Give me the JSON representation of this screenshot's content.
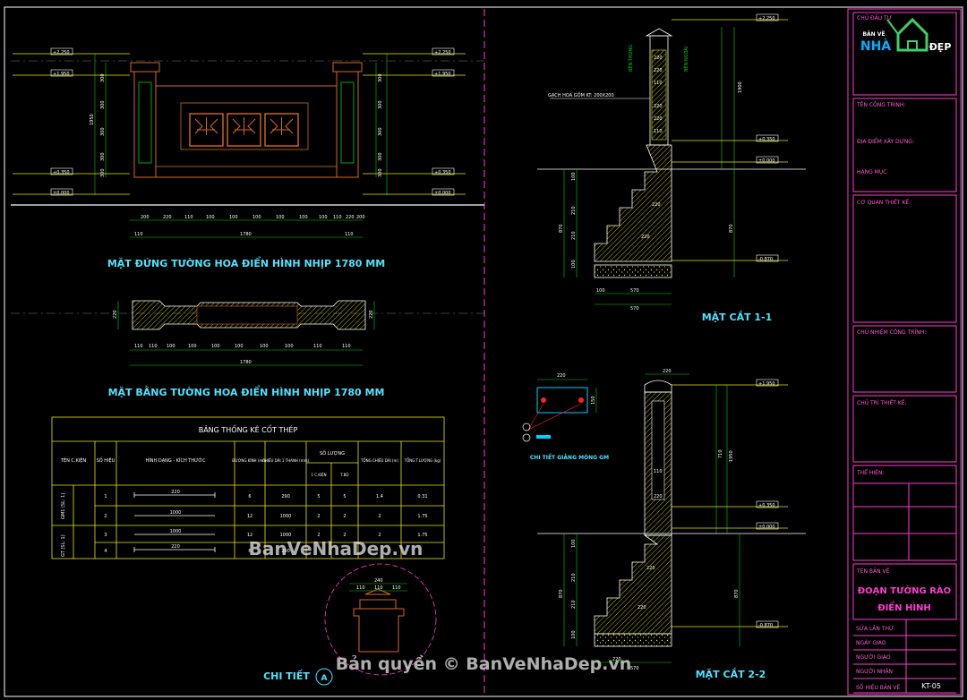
{
  "colors": {
    "background": "#000000",
    "frame": "#ffffff",
    "title_block": "#ff3bd1",
    "title_text": "#4de3ff",
    "table_border": "#e8e800",
    "hatch": "#e8e800",
    "pattern_orange": "#d2691e",
    "dim_green": "#00d000",
    "level_yellow": "#e8e800"
  },
  "titles": {
    "elevation": "MẶT ĐỨNG TƯỜNG HOA ĐIỂN HÌNH NHỊP 1780 MM",
    "plan": "MẶT BẰNG TƯỜNG HOA ĐIỂN HÌNH NHỊP 1780 MM",
    "section_1": "MẶT CẮT 1-1",
    "section_2": "MẶT CẮT 2-2",
    "beam_detail": "CHI TIẾT GIẰNG MÓNG GM",
    "detail_a": "CHI TIẾT"
  },
  "annotations": {
    "tile_note": "GẠCH HOA GỐM KT: 200X200",
    "inner_side": "BÊN TRONG",
    "outer_side": "BÊN NGOÀI",
    "detail_marker": "A"
  },
  "levels": {
    "elevation": [
      "+2.250",
      "+1.950",
      "+0.350",
      "±0.000"
    ],
    "elevation_right": [
      "+2.250",
      "+1.950",
      "+0.350",
      "±0.000"
    ],
    "section1": [
      "+2.250",
      "+0.350",
      "±0.000",
      "-0.870"
    ],
    "section2": [
      "+1.950",
      "+0.350",
      "±0.000",
      "-0.870"
    ]
  },
  "dims": {
    "elev_top": [
      "200",
      "220",
      "110",
      "100",
      "100",
      "100",
      "100",
      "100",
      "100",
      "110",
      "220",
      "200"
    ],
    "elev_bottom": [
      "110",
      "1780",
      "110"
    ],
    "elev_left": [
      "300",
      "300",
      "300",
      "300",
      "300",
      "1950"
    ],
    "elev_right": [
      "300",
      "300",
      "300",
      "300",
      "300"
    ],
    "plan_bottom": [
      "110",
      "110",
      "100",
      "100",
      "100",
      "100",
      "100",
      "100",
      "110",
      "110"
    ],
    "plan_total": "1780",
    "plan_side": "220",
    "s1_left": [
      "100",
      "210",
      "210",
      "100",
      "870"
    ],
    "s1_right": [
      "1900",
      "870"
    ],
    "s1_bottom": [
      "100",
      "570",
      "570"
    ],
    "s1_parts": [
      "220",
      "220",
      "110",
      "220",
      "220",
      "110",
      "220",
      "220"
    ],
    "s2_top": "220",
    "s2_total": "1950",
    "s2_inner": [
      "710",
      "110",
      "220",
      "220",
      "220"
    ],
    "s2_left": [
      "100",
      "210",
      "210",
      "100",
      "870"
    ],
    "s2_right": "870",
    "s2_bottom": [
      "220",
      "570"
    ],
    "beam_w": "220",
    "beam_h": "150",
    "detail_dims": [
      "240",
      "110",
      "110",
      "110"
    ]
  },
  "rebar_table": {
    "title": "BẢNG THỐNG KÊ CỐT THÉP",
    "headers": [
      "TÊN C.KIỆN",
      "SỐ HIỆU",
      "HÌNH DẠNG - KÍCH THƯỚC",
      "ĐƯỜNG KÍNH (mm)",
      "CHIỀU DÀI 1 THANH (mm)",
      "SỐ LƯỢNG",
      "TỔNG CHIỀU DÀI (m)",
      "TỔNG T.LƯỢNG (kg)"
    ],
    "subheaders": [
      "1 C.KIỆN",
      "T.BỘ"
    ],
    "groups": [
      "GM1 (SL: 1)",
      "GT (SL: 1)"
    ],
    "rows": [
      {
        "no": "1",
        "shape": "220",
        "d": "6",
        "len": "290",
        "q1": "5",
        "qt": "5",
        "total": "1.4",
        "kg": "0.31"
      },
      {
        "no": "2",
        "shape": "1000",
        "d": "12",
        "len": "1000",
        "q1": "2",
        "qt": "2",
        "total": "2",
        "kg": "1.75"
      },
      {
        "no": "3",
        "shape": "1000",
        "d": "12",
        "len": "1000",
        "q1": "2",
        "qt": "2",
        "total": "2",
        "kg": "1.75"
      },
      {
        "no": "4",
        "shape": "220",
        "d": "6",
        "len": "290",
        "q1": "",
        "qt": "",
        "total": "",
        "kg": ""
      }
    ]
  },
  "title_block": {
    "owner": "CHỦ ĐẦU TƯ",
    "project": "TÊN CÔNG TRÌNH:",
    "location": "ĐỊA ĐIỂM XÂY DỰNG:",
    "item": "HẠNG MỤC",
    "agency": "CƠ QUAN THIẾT KẾ:",
    "pm": "CHỦ NHIỆM CÔNG TRÌNH:",
    "chief": "CHỦ TRÌ THIẾT KẾ:",
    "drawn": "THỂ HIỆN:",
    "drawing_name_label": "TÊN BẢN VẼ",
    "drawing_name_1": "ĐOẠN TƯỜNG RÀO",
    "drawing_name_2": "ĐIỂN HÌNH",
    "revision": "SỬA LẦN THỨ",
    "date": "NGÀY GIAO",
    "deliverer": "NGƯỜI GIAO",
    "receiver": "NGƯỜI NHẬN",
    "sheet_no_label": "SỐ HIỆU BẢN VẼ",
    "sheet_no": "KT-05"
  },
  "logo": {
    "top": "BẢN VẼ",
    "left": "NHÀ",
    "right": "ĐẸP"
  },
  "watermarks": {
    "center": "BanVeNhaDep.vn",
    "bottom": "Bản quyền © BanVeNhaDep.vn"
  }
}
